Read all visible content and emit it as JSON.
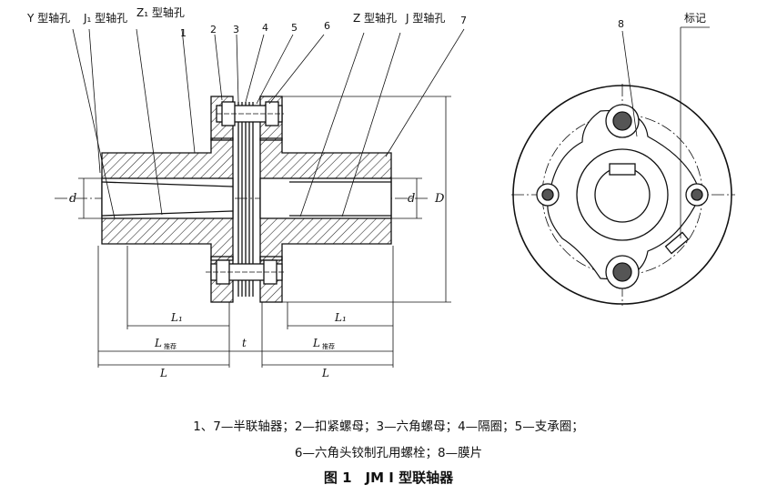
{
  "labels": {
    "y_hole": "Y 型轴孔",
    "j1_hole": "J₁ 型轴孔",
    "z1_hole_left": "Z₁ 型轴孔",
    "z_hole": "Z 型轴孔",
    "j_hole": "J 型轴孔",
    "mark": "标记",
    "part_numbers": [
      "1",
      "2",
      "3",
      "4",
      "5",
      "6",
      "7",
      "8"
    ],
    "dim_d_left": "d",
    "dim_d_right": "d",
    "dim_D": "D",
    "dim_L1_left": "L₁",
    "dim_L1_right": "L₁",
    "dim_L_rec_left": "L",
    "dim_L_rec_left_sub": "推荐",
    "dim_L_rec_right": "L",
    "dim_L_rec_right_sub": "推荐",
    "dim_t": "t",
    "dim_L_left": "L",
    "dim_L_right": "L"
  },
  "legend": {
    "line1": "1、7—半联轴器；2—扣紧螺母；3—六角螺母；4—隔圈；5—支承圈；",
    "line2": "6—六角头铰制孔用螺栓；8—膜片"
  },
  "title": "图 1　JM Ⅰ 型联轴器"
}
